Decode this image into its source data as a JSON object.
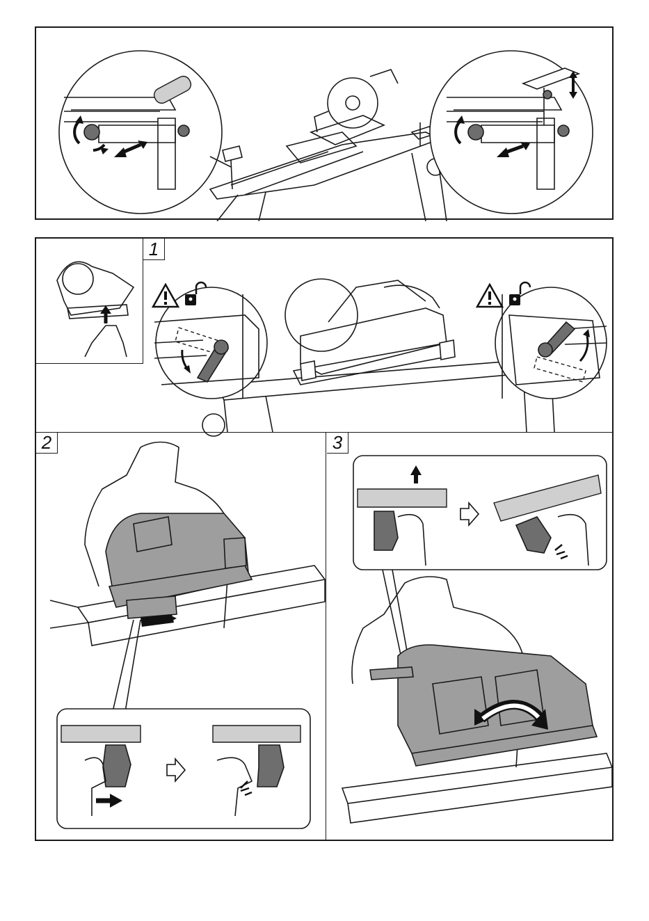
{
  "steps": [
    {
      "number": "1"
    },
    {
      "number": "2"
    },
    {
      "number": "3"
    }
  ],
  "icons": [
    "warning-icon",
    "unlock-icon",
    "rotate-arrow-icon",
    "slide-arrow-icon",
    "next-step-arrow-icon",
    "click-sound-icon"
  ],
  "colors": {
    "line": "#1a1a1a",
    "tool_grey": "#9e9e9e",
    "detail_grey": "#6e6e6e",
    "background": "#ffffff"
  }
}
